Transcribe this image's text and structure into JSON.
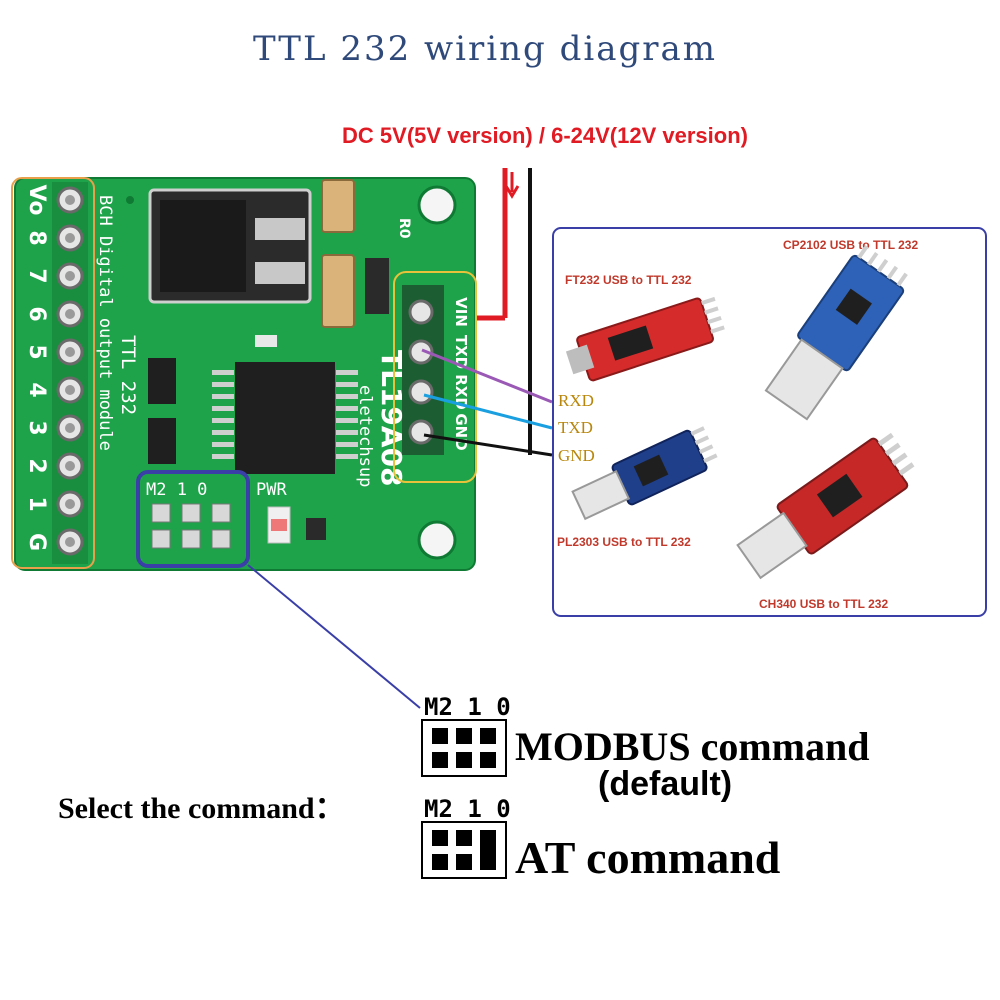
{
  "title": "TTL 232 wiring diagram",
  "power_label": "DC 5V(5V version) / 6-24V(12V version)",
  "board": {
    "model": "TL19A08",
    "brand": "eletechsup",
    "desc_line1": "BCH Digital output module",
    "desc_line2": "TTL 232",
    "r0": "R0",
    "pwr": "PWR",
    "jumper_header": "M2 1 0",
    "output_pins": [
      "Vo",
      "8",
      "7",
      "6",
      "5",
      "4",
      "3",
      "2",
      "1",
      "G"
    ],
    "input_pins": [
      "VIN",
      "TXD",
      "RXD",
      "GND"
    ]
  },
  "signals": [
    "RXD",
    "TXD",
    "GND"
  ],
  "adapters": [
    {
      "label": "FT232  USB to TTL 232"
    },
    {
      "label": "CP2102 USB to TTL 232"
    },
    {
      "label": "PL2303 USB to TTL 232"
    },
    {
      "label": "CH340  USB to TTL 232"
    }
  ],
  "commands": {
    "select_label": "Select the command：",
    "header": "M2 1 0",
    "modbus_label": "MODBUS command",
    "default_label": "(default)",
    "at_label": "AT command"
  },
  "colors": {
    "pcb": "#1ea34a",
    "vin_wire": "#e01b24",
    "txd_wire": "#9b59b6",
    "rxd_wire": "#1aa0e0",
    "gnd_wire": "#111111",
    "frame_blue": "#3a3fa8",
    "frame_orange": "#e8a04a",
    "frame_yellow": "#e8c23a"
  }
}
